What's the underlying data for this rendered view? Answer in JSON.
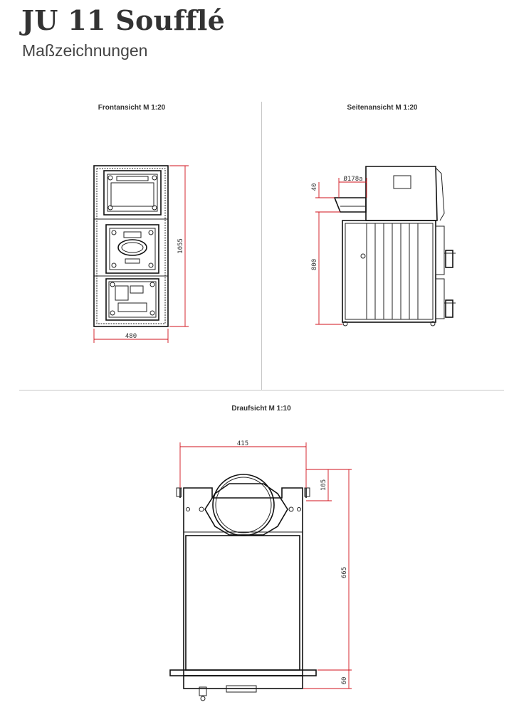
{
  "header": {
    "title": "JU 11 Soufflé",
    "subtitle": "Maßzeichnungen"
  },
  "views": {
    "front": {
      "caption": "Frontansicht M 1:20",
      "dim_width": "480",
      "dim_height": "1055"
    },
    "side": {
      "caption": "Seitenansicht M 1:20",
      "dim_flue_diameter": "Ø178a",
      "dim_top": "40",
      "dim_height": "800"
    },
    "top": {
      "caption": "Draufsicht M 1:10",
      "dim_width": "415",
      "dim_flue_offset": "105",
      "dim_depth": "665",
      "dim_front": "60"
    }
  },
  "colors": {
    "dimension_line": "#d0121b",
    "drawing_line": "#222222",
    "divider": "#c8c8c8"
  }
}
